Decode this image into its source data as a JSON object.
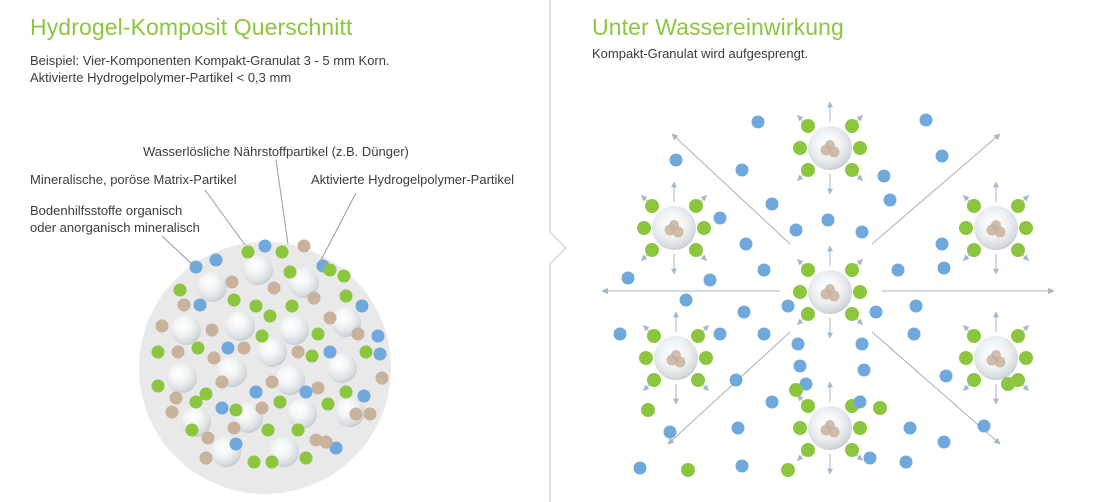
{
  "left": {
    "title": "Hydrogel-Komposit Querschnitt",
    "subtitle_line1": "Beispiel: Vier-Komponenten Kompakt-Granulat 3 - 5 mm Korn.",
    "subtitle_line2": "Aktivierte Hydrogelpolymer-Partikel <  0,3 mm",
    "labels": {
      "nutrient": "Wasserlösliche Nährstoffpartikel (z.B. Dünger)",
      "mineral": "Mineralische, poröse Matrix-Partikel",
      "hydrogel": "Aktivierte Hydrogelpolymer-Partikel",
      "soil_aid_line1": "Bodenhilfsstoffe organisch",
      "soil_aid_line2": "oder anorganisch mineralisch"
    }
  },
  "right": {
    "title": "Unter Wassereinwirkung",
    "subtitle": "Kompakt-Granulat wird aufgesprengt."
  },
  "colors": {
    "green": "#8cc63f",
    "blue": "#6fa8dc",
    "tan": "#c8b29c",
    "text": "#3c3c3c",
    "arrow": "#a7b8c8",
    "granule": "#e9e9e9",
    "divider": "#cfcfcf"
  }
}
